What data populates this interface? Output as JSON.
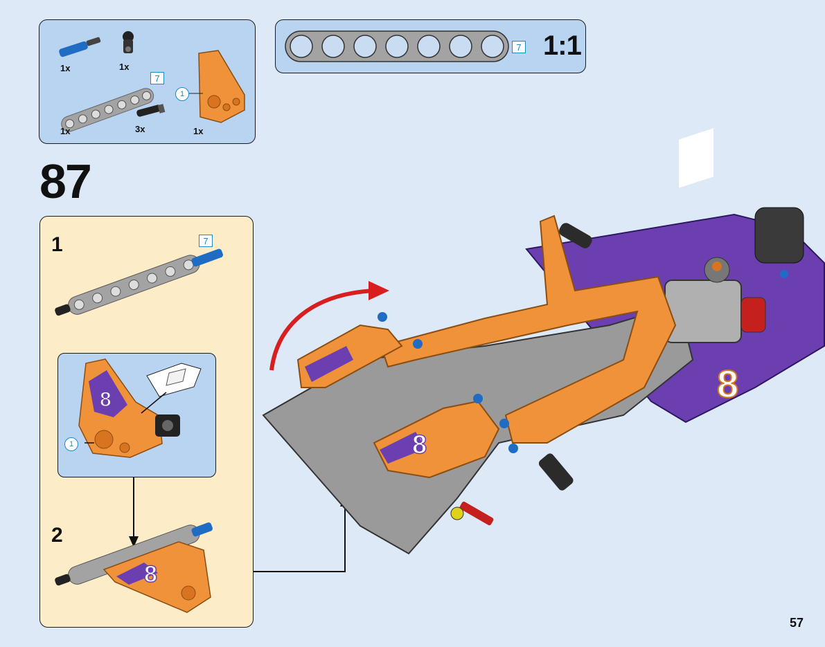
{
  "parts_list": {
    "items": [
      {
        "name": "blue-axle-pin",
        "qty": "1x"
      },
      {
        "name": "black-pin-connector",
        "qty": "1x"
      },
      {
        "name": "gray-liftarm-7",
        "qty": "1x",
        "length": "7"
      },
      {
        "name": "black-pin",
        "qty": "3x"
      },
      {
        "name": "orange-panel",
        "qty": "1x",
        "sticker_ref": "1"
      }
    ]
  },
  "scale_guide": {
    "length": "7",
    "scale": "1:1"
  },
  "step": {
    "number": "87",
    "substeps": [
      {
        "number": "1",
        "length": "7"
      },
      {
        "number": "2"
      }
    ],
    "callout_sticker_ref": "1"
  },
  "page": {
    "number": "57"
  },
  "colors": {
    "background": "#dde9f7",
    "parts_panel": "#b8d4f0",
    "substep_panel": "#fdecc8",
    "orange": "#f0923a",
    "purple": "#6b3fb0",
    "gray": "#a3a3a3",
    "blue": "#1f6cc4",
    "rotate_arrow": "#d81e1e"
  }
}
